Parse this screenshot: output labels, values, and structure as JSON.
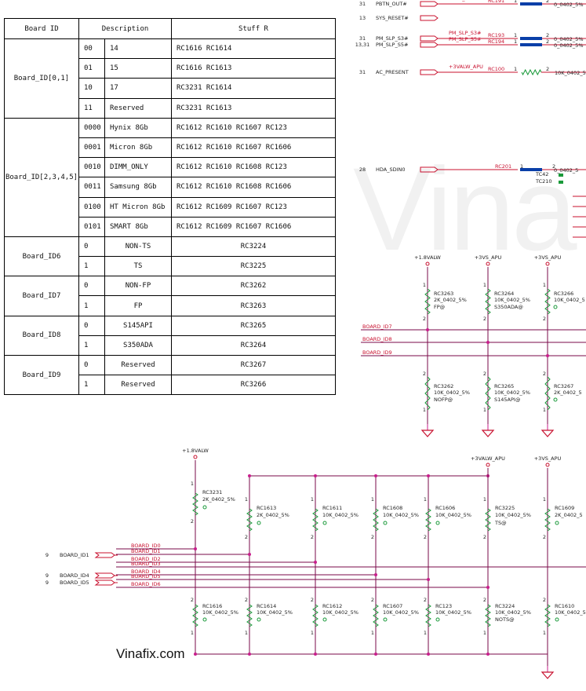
{
  "watermark": "Vinafix.com",
  "bg_watermark": "Vina",
  "table": {
    "headers": [
      "Board ID",
      "Description",
      "Stuff R"
    ],
    "groups": [
      {
        "id": "Board_ID[0,1]",
        "rows": [
          {
            "code": "00",
            "desc": "14",
            "stuff": [
              "RC1616",
              "RC1614"
            ]
          },
          {
            "code": "01",
            "desc": "15",
            "stuff": [
              "RC1616",
              "RC1613"
            ]
          },
          {
            "code": "10",
            "desc": "17",
            "stuff": [
              "RC3231",
              "RC1614"
            ]
          },
          {
            "code": "11",
            "desc": "Reserved",
            "stuff": [
              "RC3231",
              "RC1613"
            ]
          }
        ]
      },
      {
        "id": "Board_ID[2,3,4,5]",
        "rows": [
          {
            "code": "0000",
            "desc": "Hynix 8Gb",
            "stuff": [
              "RC1612",
              "RC1610",
              "RC1607",
              "RC123"
            ]
          },
          {
            "code": "0001",
            "desc": "Micron 8Gb",
            "stuff": [
              "RC1612",
              "RC1610",
              "RC1607",
              "RC1606"
            ]
          },
          {
            "code": "0010",
            "desc": "DIMM_ONLY",
            "stuff": [
              "RC1612",
              "RC1610",
              "RC1608",
              "RC123"
            ]
          },
          {
            "code": "0011",
            "desc": "Samsung 8Gb",
            "stuff": [
              "RC1612",
              "RC1610",
              "RC1608",
              "RC1606"
            ]
          },
          {
            "code": "0100",
            "desc": "HT Micron 8Gb",
            "stuff": [
              "RC1612",
              "RC1609",
              "RC1607",
              "RC123"
            ]
          },
          {
            "code": "0101",
            "desc": "SMART 8Gb",
            "stuff": [
              "RC1612",
              "RC1609",
              "RC1607",
              "RC1606"
            ]
          }
        ]
      },
      {
        "id": "Board_ID6",
        "rows": [
          {
            "code": "0",
            "desc": "NON-TS",
            "stuff": [
              "RC3224"
            ]
          },
          {
            "code": "1",
            "desc": "TS",
            "stuff": [
              "RC3225"
            ]
          }
        ]
      },
      {
        "id": "Board_ID7",
        "rows": [
          {
            "code": "0",
            "desc": "NON-FP",
            "stuff": [
              "RC3262"
            ]
          },
          {
            "code": "1",
            "desc": "FP",
            "stuff": [
              "RC3263"
            ]
          }
        ]
      },
      {
        "id": "Board_ID8",
        "rows": [
          {
            "code": "0",
            "desc": "S145API",
            "stuff": [
              "RC3265"
            ]
          },
          {
            "code": "1",
            "desc": "S350ADA",
            "stuff": [
              "RC3264"
            ]
          }
        ]
      },
      {
        "id": "Board_ID9",
        "rows": [
          {
            "code": "0",
            "desc": "Reserved",
            "stuff": [
              "RC3267"
            ]
          },
          {
            "code": "1",
            "desc": "Reserved",
            "stuff": [
              "RC3266"
            ]
          }
        ]
      }
    ]
  },
  "top_signals": [
    {
      "pin": "31",
      "name": "PBTN_OUT#",
      "net": "PBTN_OUT#",
      "ref": "RC191",
      "value": "0_0402_5%"
    },
    {
      "pin": "13",
      "name": "SYS_RESET#"
    },
    {
      "pin": "31",
      "name": "PM_SLP_S3#",
      "net": "PM_SLP_S3#",
      "ref": "RC193",
      "value": "0_0402_5%"
    },
    {
      "pin": "13,31",
      "name": "PM_SLP_S5#",
      "net": "PM_SLP_S5#",
      "ref": "RC194",
      "value": "0_0402_5%"
    },
    {
      "pin": "31",
      "name": "AC_PRESENT",
      "net": "+3VALW_APU",
      "ref": "RC100",
      "value": "10K_0402_5"
    },
    {
      "pin": "28",
      "name": "HDA_SDIN0",
      "ref": "RC201",
      "value": "0_0402_5"
    }
  ],
  "extra_labels": [
    "TC42",
    "TC210"
  ],
  "pin_nums": [
    "1",
    "2"
  ],
  "mid_rails": [
    "+1.8VALW",
    "+3VS_APU",
    "+3VS_APU"
  ],
  "mid_top_res": [
    {
      "ref": "RC3263",
      "value": "2K_0402_5%",
      "opt": "FP@"
    },
    {
      "ref": "RC3264",
      "value": "10K_0402_5%",
      "opt": "S350ADA@"
    },
    {
      "ref": "RC3266",
      "value": "10K_0402_5"
    }
  ],
  "mid_bot_res": [
    {
      "ref": "RC3262",
      "value": "10K_0402_5%",
      "opt": "NOFP@"
    },
    {
      "ref": "RC3265",
      "value": "10K_0402_5%",
      "opt": "S145API@"
    },
    {
      "ref": "RC3267",
      "value": "2K_0402_5"
    }
  ],
  "mid_nets": [
    "BOARD_ID7",
    "BOARD_ID8",
    "BOARD_ID9"
  ],
  "bot_rails": [
    "+1.8VALW",
    "+3VALW_APU",
    "+3VS_APU"
  ],
  "bot_top_res": [
    {
      "ref": "RC3231",
      "value": "2K_0402_5%"
    },
    {
      "ref": "RC1613",
      "value": "2K_0402_5%"
    },
    {
      "ref": "RC1611",
      "value": "10K_0402_5%"
    },
    {
      "ref": "RC1608",
      "value": "10K_0402_5%"
    },
    {
      "ref": "RC1606",
      "value": "10K_0402_5%"
    },
    {
      "ref": "RC3225",
      "value": "10K_0402_5%",
      "opt": "TS@"
    },
    {
      "ref": "RC1609",
      "value": "2K_0402_5"
    }
  ],
  "bot_bot_res": [
    {
      "ref": "RC1616",
      "value": "10K_0402_5%"
    },
    {
      "ref": "RC1614",
      "value": "10K_0402_5%"
    },
    {
      "ref": "RC1612",
      "value": "10K_0402_5%"
    },
    {
      "ref": "RC1607",
      "value": "10K_0402_5%"
    },
    {
      "ref": "RC123",
      "value": "10K_0402_5%"
    },
    {
      "ref": "RC3224",
      "value": "10K_0402_5%",
      "opt": "NOTS@"
    },
    {
      "ref": "RC1610",
      "value": "10K_0402_5"
    }
  ],
  "bot_nets": [
    "BOARD_ID0",
    "BOARD_ID1",
    "BOARD_ID2",
    "BOARD_ID3",
    "BOARD_ID4",
    "BOARD_ID5",
    "BOARD_ID6"
  ],
  "bot_ports": [
    {
      "pin": "9",
      "name": "BOARD_ID1"
    },
    {
      "pin": "9",
      "name": "BOARD_ID4"
    },
    {
      "pin": "9",
      "name": "BOARD_ID5"
    }
  ],
  "colors": {
    "wire": "#7a0a4a",
    "net_label": "#c8102e",
    "component": "#1a9a3a",
    "bus": "#0a3fa8"
  }
}
